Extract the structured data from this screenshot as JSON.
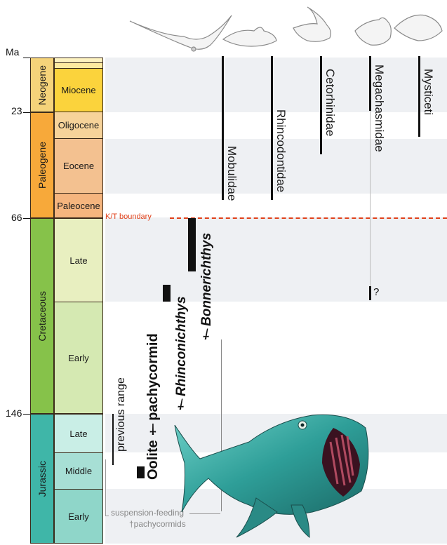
{
  "axis": {
    "unit": "Ma",
    "ticks": [
      {
        "label": "23"
      },
      {
        "label": "66"
      },
      {
        "label": "146"
      }
    ]
  },
  "periods": [
    {
      "label": "Neogene",
      "color": "#f5d37a"
    },
    {
      "label": "Paleogene",
      "color": "#f7a93a"
    },
    {
      "label": "Cretaceous",
      "color": "#86c24a"
    },
    {
      "label": "Jurassic",
      "color": "#3fb6a8"
    }
  ],
  "epochs": [
    {
      "label": "",
      "color": "#fdf2c0"
    },
    {
      "label": "",
      "color": "#fdeaa0"
    },
    {
      "label": "Miocene",
      "color": "#fbd33c"
    },
    {
      "label": "Oligocene",
      "color": "#f6d39a"
    },
    {
      "label": "Eocene",
      "color": "#f3c190"
    },
    {
      "label": "Paleocene",
      "color": "#f5b57e"
    },
    {
      "label": "Late",
      "color": "#e8efc0"
    },
    {
      "label": "Early",
      "color": "#d5e9b2"
    },
    {
      "label": "Late",
      "color": "#c9eee6"
    },
    {
      "label": "Middle",
      "color": "#a7dfd5"
    },
    {
      "label": "Early",
      "color": "#8fd6c9"
    }
  ],
  "kt_boundary": {
    "label": "K/T boundary",
    "color": "#e0401a"
  },
  "taxa": [
    {
      "label": "Mobulidae"
    },
    {
      "label": "Rhincodontidae"
    },
    {
      "label": "Cetorhinidae"
    },
    {
      "label": "Megachasmidae",
      "uncertain_mark": "?"
    },
    {
      "label": "Mysticeti"
    }
  ],
  "fossils": [
    {
      "label": "†Bonnerichthys",
      "italic": true
    },
    {
      "label": "†Rhinconichthys",
      "italic": true
    },
    {
      "label": "Oolite †pachycormid",
      "italic": false
    }
  ],
  "previous_range": {
    "label": "previous range"
  },
  "suspension_note": {
    "line1": "suspension-feeding",
    "line2": "†pachycormids"
  },
  "silhouettes": [
    {
      "icon": "manta-ray-icon"
    },
    {
      "icon": "whale-shark-icon"
    },
    {
      "icon": "basking-shark-icon"
    },
    {
      "icon": "megamouth-shark-icon"
    },
    {
      "icon": "baleen-whale-icon"
    }
  ],
  "illustration": {
    "icon": "pachycormid-fish-icon"
  }
}
